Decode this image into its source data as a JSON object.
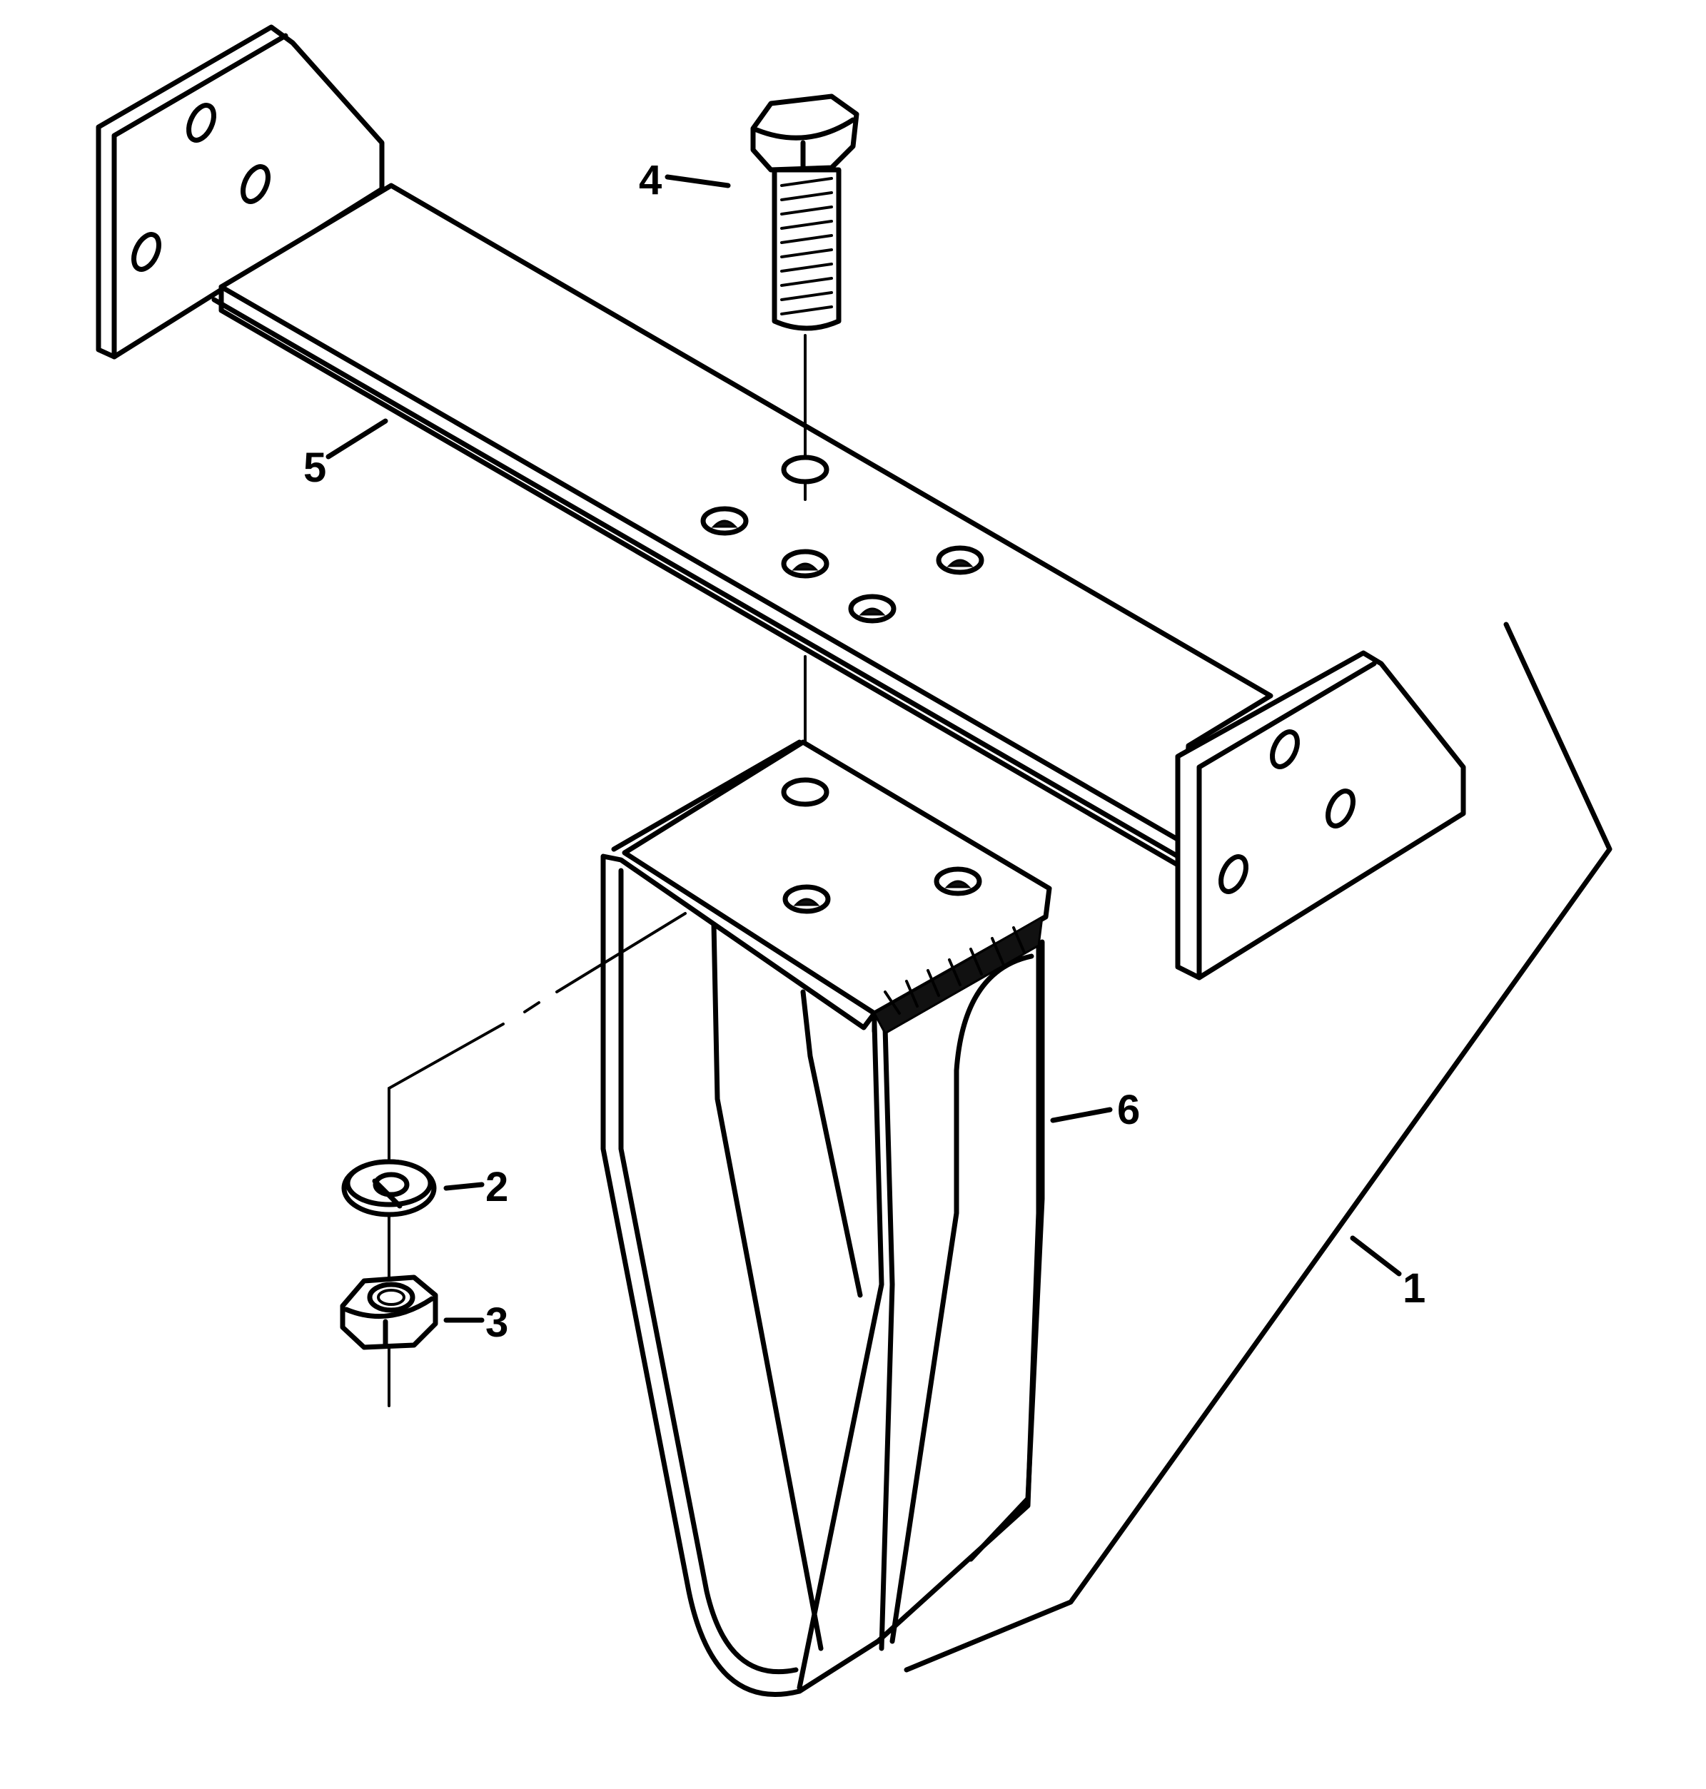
{
  "callouts": [
    {
      "id": "1",
      "text": "1"
    },
    {
      "id": "2",
      "text": "2"
    },
    {
      "id": "3",
      "text": "3"
    },
    {
      "id": "4",
      "text": "4"
    },
    {
      "id": "5",
      "text": "5"
    },
    {
      "id": "6",
      "text": "6"
    }
  ],
  "colors": {
    "ink": "#000000",
    "paper": "#ffffff"
  }
}
